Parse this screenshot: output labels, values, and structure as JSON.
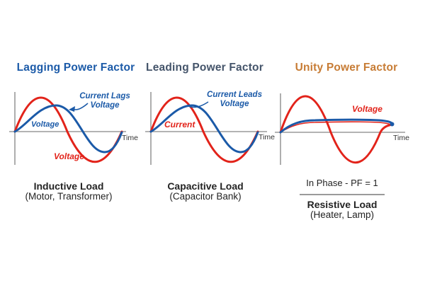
{
  "colors": {
    "voltage_red": "#e2231a",
    "current_blue": "#1b5aa8",
    "lagging_title": "#1b5aa8",
    "leading_title": "#44546a",
    "unity_title": "#c77c35",
    "axis_gray": "#9a9a9a",
    "caption_text": "#232323"
  },
  "panels": [
    {
      "title": "Lagging Power Factor",
      "annotation_lines": [
        "Current Lags",
        "Voltage"
      ],
      "blue_curve_label": "Voltage",
      "red_curve_label": "Voltage",
      "time_label": "Time",
      "load_title": "Inductive Load",
      "load_subtitle": "(Motor, Transformer)"
    },
    {
      "title": "Leading Power Factor",
      "annotation_lines": [
        "Current Leads",
        "Voltage"
      ],
      "red_curve_label": "Current",
      "time_label": "Time",
      "load_title": "Capacitive Load",
      "load_subtitle": "(Capacitor Bank)"
    },
    {
      "title": "Unity Power Factor",
      "red_curve_label": "Voltage",
      "time_label": "Time",
      "phase_note": "In Phase - PF = 1",
      "load_title": "Resistive Load",
      "load_subtitle": "(Heater, Lamp)"
    }
  ],
  "chart_data": [
    {
      "type": "line",
      "title": "Lagging Power Factor",
      "xlabel": "Time",
      "annotation": "Current Lags Voltage",
      "caption": "Inductive Load (Motor, Transformer)",
      "series": [
        {
          "name": "Voltage",
          "color": "#e2231a",
          "waveform": "sine",
          "relative_amplitude": 1.0,
          "phase_deg": 0
        },
        {
          "name": "Current (labeled Voltage)",
          "color": "#1b5aa8",
          "waveform": "sine",
          "relative_amplitude": 0.8,
          "phase_deg": -45
        }
      ]
    },
    {
      "type": "line",
      "title": "Leading Power Factor",
      "xlabel": "Time",
      "annotation": "Current Leads Voltage",
      "caption": "Capacitive Load (Capacitor Bank)",
      "series": [
        {
          "name": "Current",
          "color": "#e2231a",
          "waveform": "sine",
          "relative_amplitude": 1.0,
          "phase_deg": 0
        },
        {
          "name": "Voltage",
          "color": "#1b5aa8",
          "waveform": "sine",
          "relative_amplitude": 0.8,
          "phase_deg": -45
        }
      ]
    },
    {
      "type": "line",
      "title": "Unity Power Factor",
      "xlabel": "Time",
      "annotation": "In Phase - PF = 1",
      "caption": "Resistive Load (Heater, Lamp)",
      "series": [
        {
          "name": "Voltage",
          "color": "#e2231a",
          "waveform": "sine",
          "relative_amplitude": 1.0,
          "phase_deg": 0
        },
        {
          "name": "Current",
          "color": "#1b5aa8",
          "waveform": "flattened-in-phase hump above axis",
          "relative_amplitude": 0.3,
          "phase_deg": 0
        }
      ]
    }
  ]
}
